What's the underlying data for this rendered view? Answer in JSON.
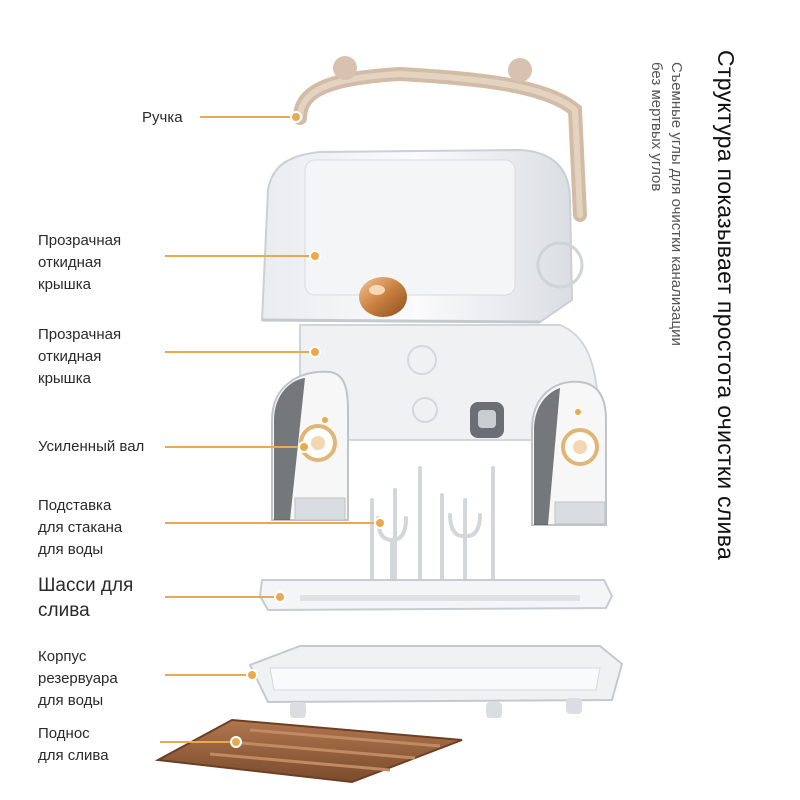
{
  "title": "Структура показывает простота очистки слива",
  "subtitle": "Съемные углы для очистки канализации\nбез мертвых углов",
  "accent_color": "#E8A951",
  "labels": {
    "handle": "Ручка",
    "lid_top": "Прозрачная\nоткидная\nкрышка",
    "lid_body": "Прозрачная\nоткидная\nкрышка",
    "shaft": "Усиленный вал",
    "cup_stand": "Подставка\nдля стакана\nдля воды",
    "chassis": "Шасси для\nслива",
    "reservoir": "Корпус\nрезервуара\nдля воды",
    "tray": "Поднос\nдля слива"
  }
}
